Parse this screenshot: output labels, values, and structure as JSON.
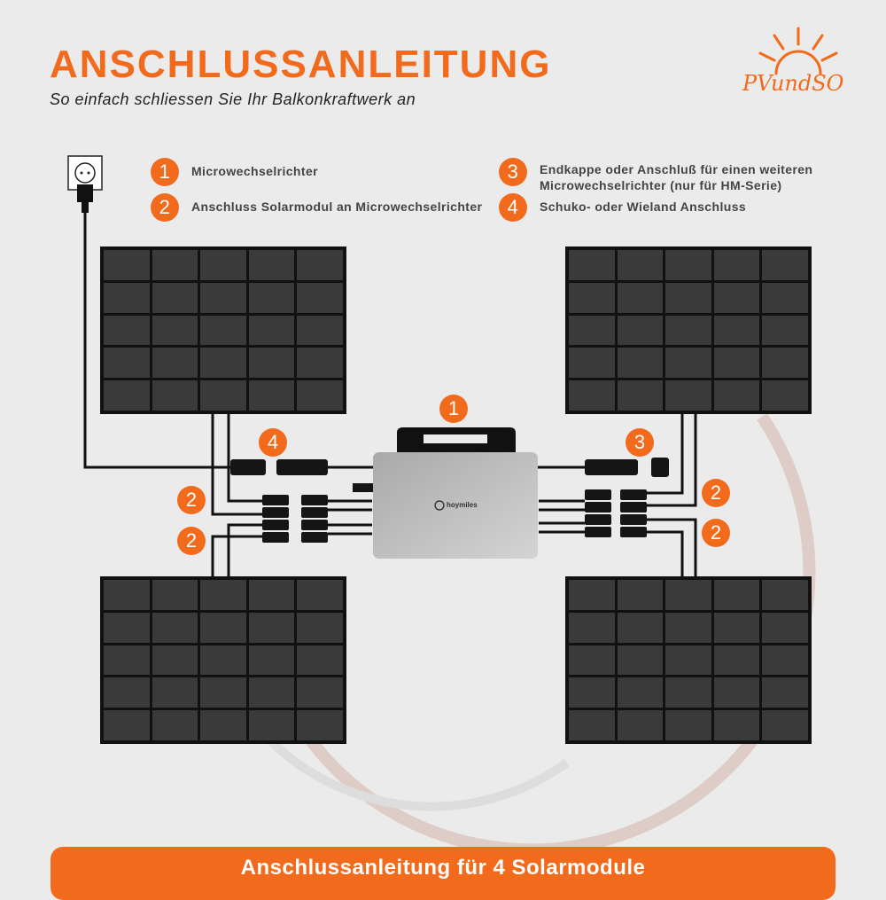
{
  "header": {
    "title": "ANSCHLUSSANLEITUNG",
    "subtitle": "So einfach schliessen Sie Ihr Balkonkraftwerk an"
  },
  "logo": {
    "text": "PVundSO"
  },
  "legend": [
    {
      "num": "1",
      "text": "Microwechselrichter"
    },
    {
      "num": "2",
      "text": "Anschluss Solarmodul an Microwechselrichter"
    },
    {
      "num": "3",
      "text": "Endkappe oder Anschluß für einen weiteren Microwechselrichter (nur für HM-Serie)"
    },
    {
      "num": "4",
      "text": "Schuko- oder Wieland Anschluss"
    }
  ],
  "diagram": {
    "inverter_brand": "hoymiles",
    "inverter_badge": "1",
    "plug_badge": "4",
    "endcap_badge": "3",
    "module_badge": "2"
  },
  "footer": {
    "label": "Anschlussanleitung für 4 Solarmodule"
  },
  "colors": {
    "accent": "#f26a1b",
    "panel": "#111111"
  }
}
